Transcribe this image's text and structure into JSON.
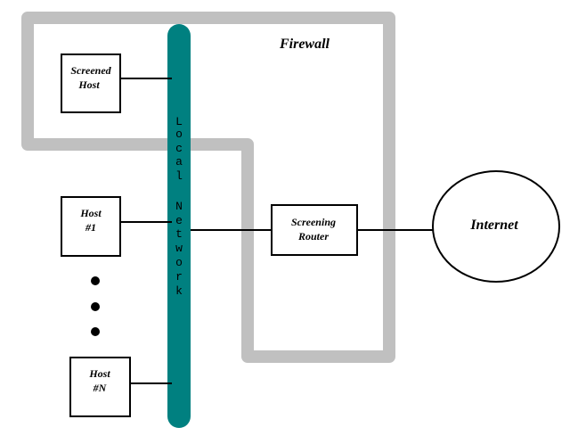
{
  "diagram": {
    "firewall_label": "Firewall",
    "network_label_letters": [
      "L",
      "o",
      "c",
      "a",
      "l",
      "",
      "N",
      "e",
      "t",
      "w",
      "o",
      "r",
      "k"
    ],
    "screened_host": {
      "line1": "Screened",
      "line2": "Host"
    },
    "host1": {
      "line1": "Host",
      "line2": "#1"
    },
    "hostn": {
      "line1": "Host",
      "line2": "#N"
    },
    "router": {
      "line1": "Screening",
      "line2": "Router"
    },
    "internet_label": "Internet",
    "colors": {
      "firewall_path": "#c0c0c0",
      "network_bus": "#008080",
      "stroke": "#000000",
      "background": "#ffffff"
    }
  }
}
